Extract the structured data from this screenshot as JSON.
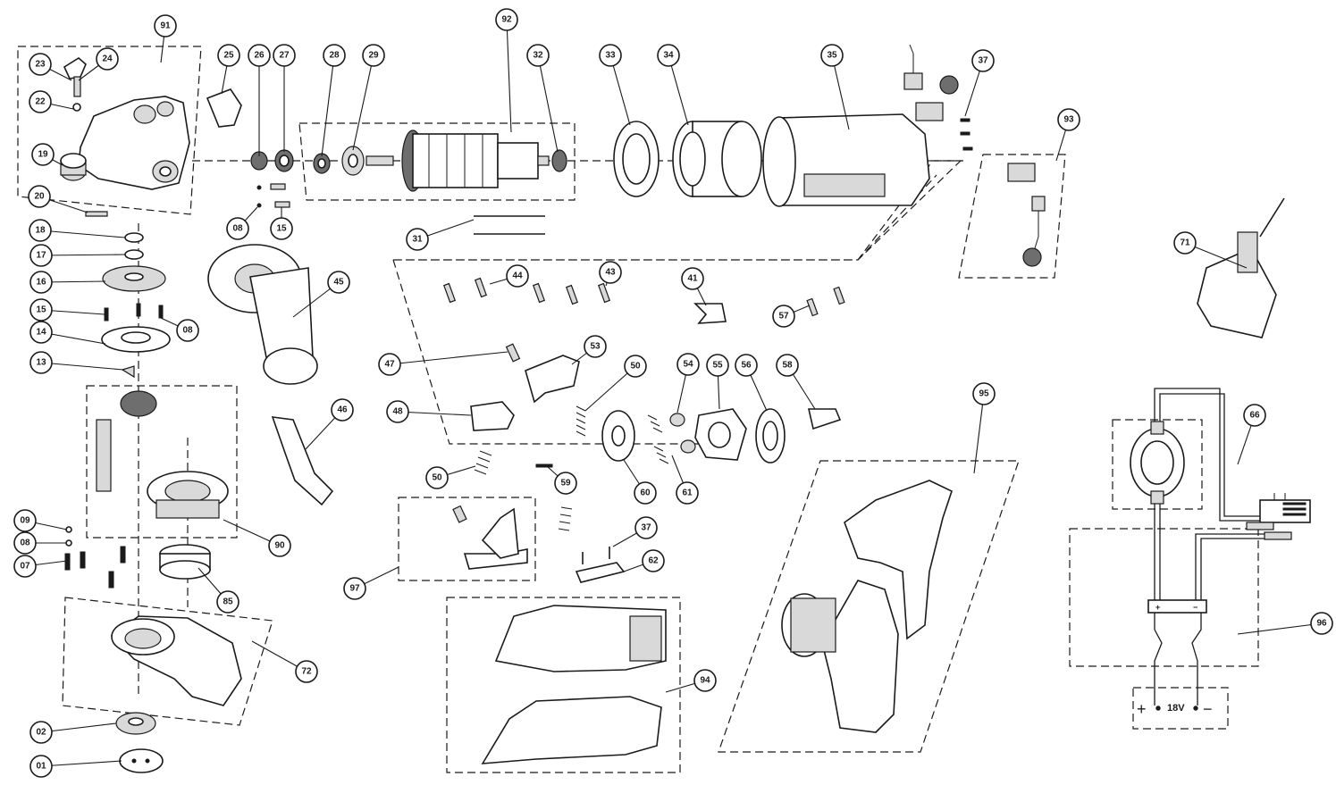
{
  "callouts": [
    "91",
    "23",
    "24",
    "22",
    "19",
    "20",
    "25",
    "26",
    "27",
    "08",
    "15",
    "92",
    "28",
    "29",
    "32",
    "31",
    "33",
    "34",
    "35",
    "37",
    "93",
    "71",
    "18",
    "17",
    "16",
    "15",
    "08",
    "14",
    "13",
    "45",
    "44",
    "43",
    "41",
    "57",
    "47",
    "53",
    "50",
    "48",
    "54",
    "55",
    "56",
    "58",
    "46",
    "50",
    "59",
    "60",
    "61",
    "90",
    "09",
    "08",
    "07",
    "85",
    "97",
    "37",
    "62",
    "72",
    "95",
    "66",
    "02",
    "01",
    "94",
    "96"
  ],
  "schematic": {
    "voltage": "18V",
    "plus": "+",
    "minus": "−",
    "plus_small": "+",
    "minus_small": "−"
  }
}
